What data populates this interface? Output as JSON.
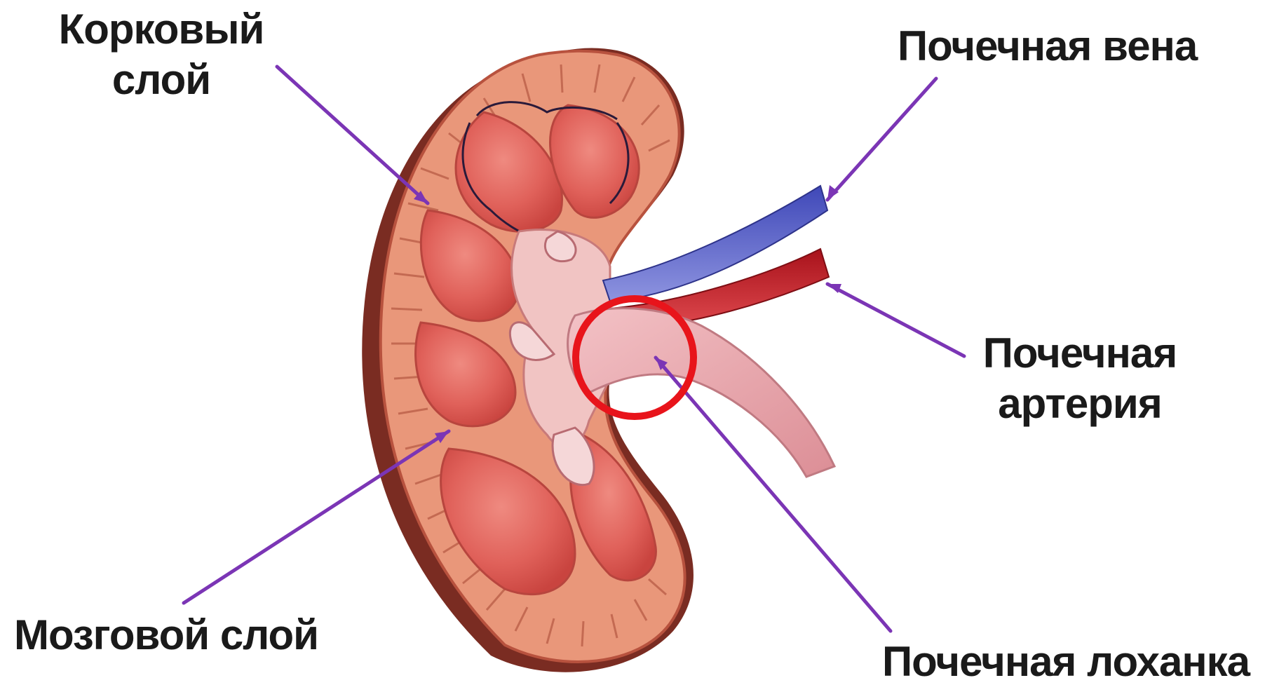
{
  "labels": {
    "cortex": "Корковый\nслой",
    "medulla": "Мозговой слой",
    "renal_vein": "Почечная вена",
    "renal_artery": "Почечная\nартерия",
    "renal_pelvis": "Почечная лоханка"
  },
  "colors": {
    "pointer_lines": "#7b35b5",
    "highlight_circle": "#e8141b",
    "renal_vein": "#5b63c9",
    "renal_artery": "#c9262e",
    "kidney_tissue": "#e2675f",
    "cortex_band": "#e9977a",
    "pelvis": "#e9a7ae"
  }
}
